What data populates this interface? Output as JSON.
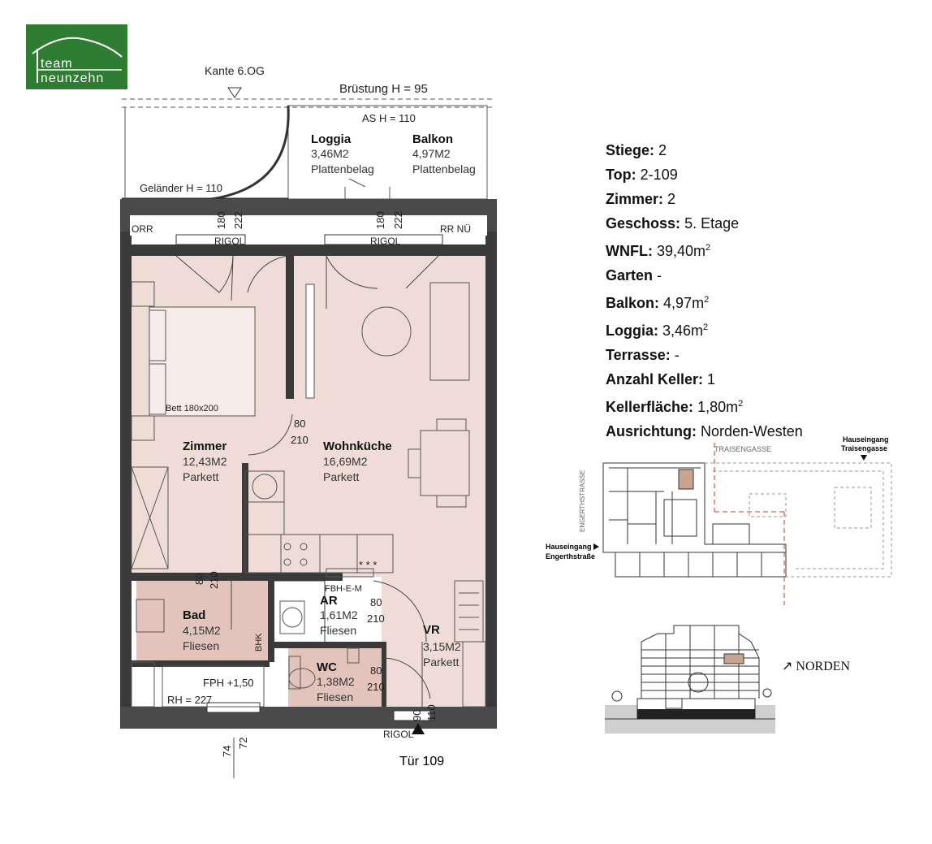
{
  "logo": {
    "line1": "team",
    "line2": "neunzehn"
  },
  "plan": {
    "edge_label": "Kante 6.OG",
    "parapet_label": "Brüstung H = 95",
    "as_label": "AS H = 110",
    "railing_label": "Geländer H = 110",
    "orr": "ORR",
    "rr_nue": "RR NÜ",
    "rigol": "RIGOL",
    "door_dims": {
      "d180": "180",
      "d222": "222",
      "d80": "80",
      "d210": "210",
      "d90": "90",
      "d110": "110",
      "d74": "74",
      "d72": "72"
    },
    "bed_label": "Bett 180x200",
    "fbh": "FBH-E-M",
    "bhk": "BHK",
    "fph": "FPH +1,50",
    "rh": "RH = 227",
    "stove": "* * *",
    "entrance": "Tür 109",
    "rooms": {
      "loggia": {
        "name": "Loggia",
        "area": "3,46M2",
        "floor": "Plattenbelag"
      },
      "balkon": {
        "name": "Balkon",
        "area": "4,97M2",
        "floor": "Plattenbelag"
      },
      "zimmer": {
        "name": "Zimmer",
        "area": "12,43M2",
        "floor": "Parkett"
      },
      "wohnkueche": {
        "name": "Wohnküche",
        "area": "16,69M2",
        "floor": "Parkett"
      },
      "bad": {
        "name": "Bad",
        "area": "4,15M2",
        "floor": "Fliesen"
      },
      "ar": {
        "name": "AR",
        "area": "1,61M2",
        "floor": "Fliesen"
      },
      "vr": {
        "name": "VR",
        "area": "3,15M2",
        "floor": "Parkett"
      },
      "wc": {
        "name": "WC",
        "area": "1,38M2",
        "floor": "Fliesen"
      }
    }
  },
  "info": [
    {
      "key": "Stiege:",
      "value": "2"
    },
    {
      "key": "Top:",
      "value": "2-109"
    },
    {
      "key": "Zimmer:",
      "value": "2"
    },
    {
      "key": "Geschoss:",
      "value": "5. Etage"
    },
    {
      "key": "WNFL:",
      "value": "39,40m",
      "sup": "2"
    },
    {
      "key": "Garten",
      "value": "-"
    },
    {
      "key": "Balkon:",
      "value": "4,97m",
      "sup": "2"
    },
    {
      "key": "Loggia:",
      "value": "3,46m",
      "sup": "2"
    },
    {
      "key": "Terrasse:",
      "value": "-"
    },
    {
      "key": "Anzahl Keller:",
      "value": "1"
    },
    {
      "key": "Kellerfläche:",
      "value": "1,80m",
      "sup": "2"
    },
    {
      "key": "Ausrichtung:",
      "value": "Norden-Westen"
    }
  ],
  "site": {
    "traisengasse": "TRAISENGASSE",
    "engerthstrasse": "ENGERTHSTRASSE",
    "entrance_traisen_1": "Hauseingang",
    "entrance_traisen_2": "Traisengasse",
    "entrance_engerth_1": "Hauseingang",
    "entrance_engerth_2": "Engerthstraße",
    "highlight_color": "#c9a392"
  },
  "orientation": {
    "arrow": "↗",
    "label": "NORDEN"
  },
  "colors": {
    "room_fill": "#f0dcd6",
    "bath_fill": "#e3c4bc",
    "wall": "#3a3a3a",
    "logo": "#2f7d32"
  }
}
